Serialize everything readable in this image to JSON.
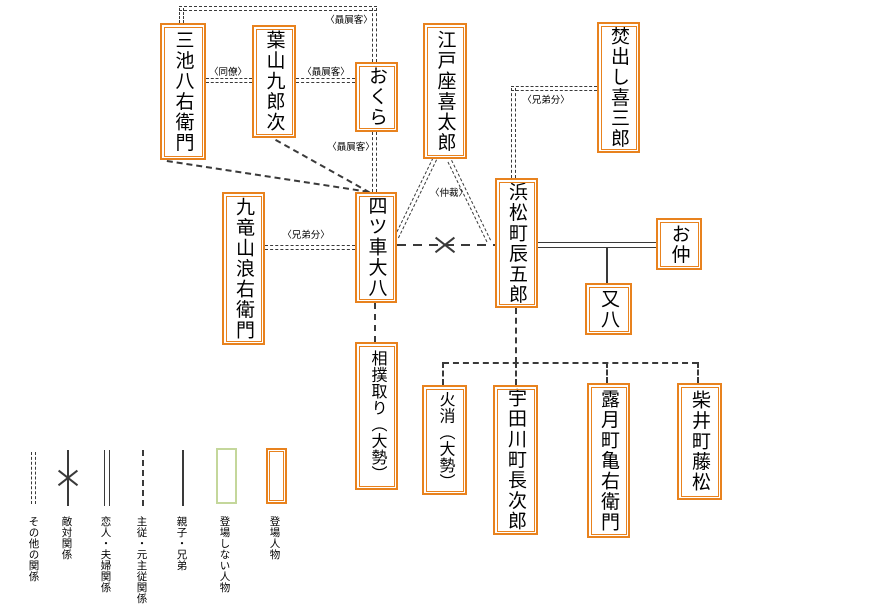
{
  "people": {
    "miike": "三池八右衛門",
    "hayama": "葉山九郎次",
    "okura": "おくら",
    "edoza": "江戸座喜太郎",
    "takidashi": "焚出し喜三郎",
    "kuryuzan": "九竜山浪右衛門",
    "yotsuguruma": "四ツ車大八",
    "hamamatsu": "浜松町辰五郎",
    "onaka": "お仲",
    "matahachi": "又八",
    "sumotori": "相撲取り（大勢）",
    "hikeshi": "火消（大勢）",
    "udagawa": "宇田川町長次郎",
    "rogetsu": "露月町亀右衛門",
    "shibai": "柴井町藤松"
  },
  "labels": {
    "patron_top": "〈贔屓客〉",
    "colleague": "〈同僚〉",
    "patron_mid": "〈贔屓客〉",
    "patron_low": "〈贔屓客〉",
    "brothers_left": "〈兄弟分〉",
    "brothers_right": "〈兄弟分〉",
    "mediation": "〈仲裁〉"
  },
  "legend": {
    "items": [
      {
        "type": "dotted-double-line",
        "label": "その他の関係"
      },
      {
        "type": "line-with-x",
        "label": "敵対関係"
      },
      {
        "type": "double-line",
        "label": "恋人・夫婦関係"
      },
      {
        "type": "dashed-line",
        "label": "主従・元主従関係"
      },
      {
        "type": "solid-line",
        "label": "親子・兄弟"
      },
      {
        "type": "green-box",
        "label": "登場しない人物"
      },
      {
        "type": "orange-box",
        "label": "登場人物"
      }
    ]
  },
  "relationships": [
    {
      "from": "miike",
      "to": "okura",
      "type": "other",
      "label": "〈贔屓客〉"
    },
    {
      "from": "miike",
      "to": "hayama",
      "type": "other",
      "label": "〈同僚〉"
    },
    {
      "from": "hayama",
      "to": "okura",
      "type": "other",
      "label": "〈贔屓客〉"
    },
    {
      "from": "okura",
      "to": "yotsuguruma",
      "type": "other",
      "label": "〈贔屓客〉"
    },
    {
      "from": "kuryuzan",
      "to": "yotsuguruma",
      "type": "other",
      "label": "〈兄弟分〉"
    },
    {
      "from": "hamamatsu",
      "to": "takidashi",
      "type": "other",
      "label": "〈兄弟分〉"
    },
    {
      "from": "edoza",
      "to": "yotsuguruma",
      "type": "other",
      "label": "〈仲裁〉"
    },
    {
      "from": "edoza",
      "to": "hamamatsu",
      "type": "other",
      "label": "〈仲裁〉"
    },
    {
      "from": "miike",
      "to": "yotsuguruma",
      "type": "master-servant",
      "label": ""
    },
    {
      "from": "hayama",
      "to": "yotsuguruma",
      "type": "master-servant",
      "label": ""
    },
    {
      "from": "yotsuguruma",
      "to": "sumotori",
      "type": "master-servant",
      "label": ""
    },
    {
      "from": "hamamatsu",
      "to": "hikeshi",
      "type": "master-servant",
      "label": ""
    },
    {
      "from": "hamamatsu",
      "to": "udagawa",
      "type": "master-servant",
      "label": ""
    },
    {
      "from": "hamamatsu",
      "to": "rogetsu",
      "type": "master-servant",
      "label": ""
    },
    {
      "from": "hamamatsu",
      "to": "shibai",
      "type": "master-servant",
      "label": ""
    },
    {
      "from": "yotsuguruma",
      "to": "hamamatsu",
      "type": "hostile",
      "label": ""
    },
    {
      "from": "hamamatsu",
      "to": "onaka",
      "type": "couple",
      "label": ""
    },
    {
      "from": "hamamatsu",
      "to": "matahachi",
      "type": "parent-child",
      "label": ""
    }
  ],
  "colors": {
    "orange_box_border": "#E8821E",
    "green_box_border": "#C4D79B",
    "line": "#3a3a3a"
  }
}
